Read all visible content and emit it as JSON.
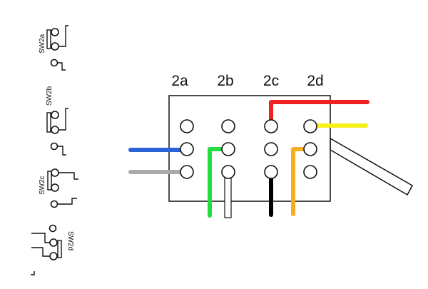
{
  "terminal_labels": [
    "2a",
    "2b",
    "2c",
    "2d"
  ],
  "switch_labels": [
    "SW2a",
    "SW2b",
    "SW2c",
    "SW2d"
  ],
  "wire_colors": {
    "red": "#ee2222",
    "yellow": "#f5ef1a",
    "blue": "#2a62d8",
    "gray": "#aaaaaa",
    "green": "#22dd44",
    "white": "#ffffff",
    "black": "#000000",
    "orange": "#f5b020"
  }
}
